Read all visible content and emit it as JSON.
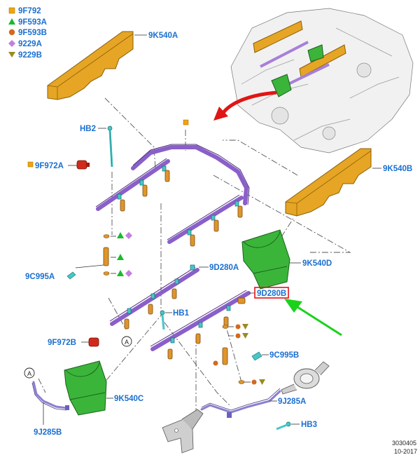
{
  "legend": [
    {
      "code": "9F792",
      "shape": "square",
      "color": "#f0a50a"
    },
    {
      "code": "9F593A",
      "shape": "triangle",
      "color": "#1bbb2c"
    },
    {
      "code": "9F593B",
      "shape": "circle",
      "color": "#d2691e"
    },
    {
      "code": "9229A",
      "shape": "diamond",
      "color": "#c57ee0"
    },
    {
      "code": "9229B",
      "shape": "triangle-down",
      "color": "#9a8a22"
    }
  ],
  "labels": {
    "k540a": "9K540A",
    "k540b": "9K540B",
    "k540c": "9K540C",
    "k540d": "9K540D",
    "hb1": "HB1",
    "hb2": "HB2",
    "hb3": "HB3",
    "f972a": "9F972A",
    "f972b": "9F972B",
    "c995a": "9C995A",
    "c995b": "9C995B",
    "d280a": "9D280A",
    "d280b": "9D280B",
    "j285a": "9J285A",
    "j285b": "9J285B",
    "callout_a": "A"
  },
  "highlight": {
    "label": "9D280B",
    "box_color": "#e8101a",
    "arrow_color": "#1bd21b"
  },
  "footer": {
    "figure_id": "3030405",
    "date": "10-2017"
  },
  "colors": {
    "label_text": "#1a6fd0",
    "fuel_rail": "#a77fd8",
    "injector": "#e0952a",
    "cover": "#e6a524",
    "insulator": "#3ab53a",
    "engine_arrow": "#e01515"
  }
}
